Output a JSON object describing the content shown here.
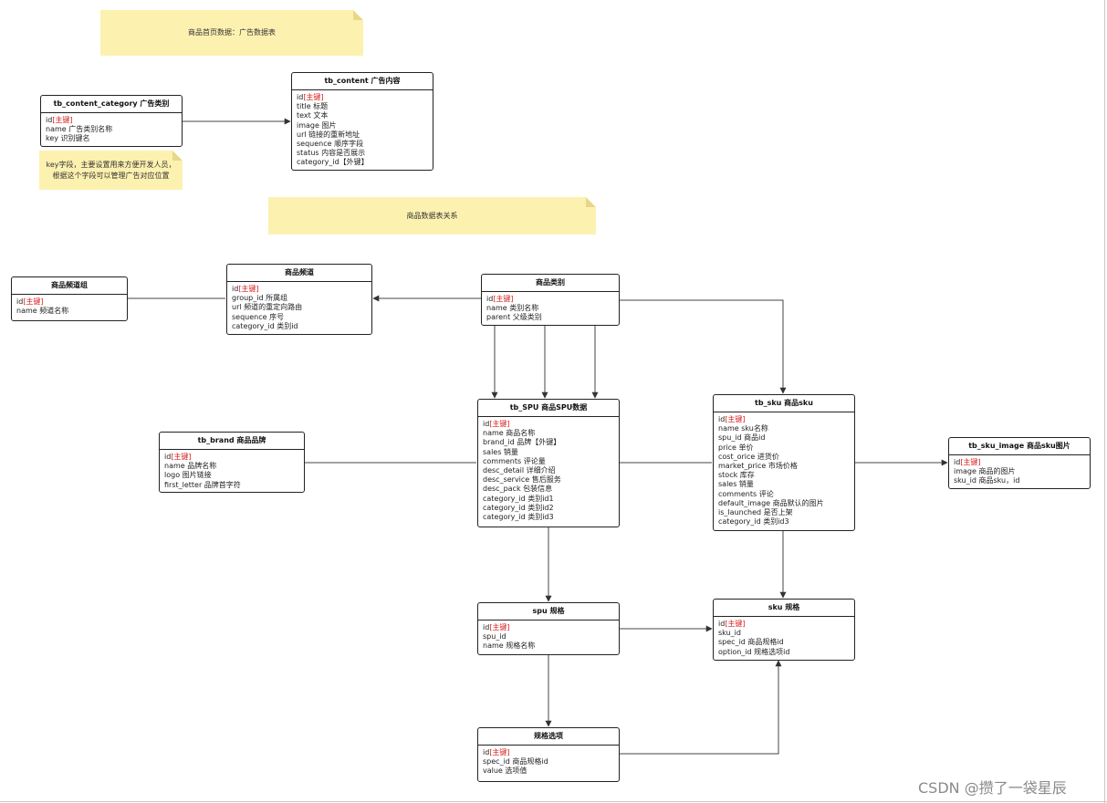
{
  "notes": {
    "ad_title": "商品首页数据：广告数据表",
    "key_note": "key字段，主要设置用来方便开发人员，根据这个字段可以管理广告对应位置",
    "goods_title": "商品数据表关系"
  },
  "entities": {
    "content_category": {
      "title": "tb_content_category 广告类别",
      "rows": [
        {
          "name": "id",
          "pk": "[主键]"
        },
        {
          "name": "name  广告类别名称"
        },
        {
          "name": "key   识别键名"
        }
      ]
    },
    "content": {
      "title": "tb_content 广告内容",
      "rows": [
        {
          "name": "id",
          "pk": "[主键]"
        },
        {
          "name": "title 标题"
        },
        {
          "name": "text 文本"
        },
        {
          "name": "image  图片"
        },
        {
          "name": "url 链接的重新地址"
        },
        {
          "name": "sequence 顺序字段"
        },
        {
          "name": "status 内容是否展示"
        },
        {
          "name": "category_id【外键】"
        }
      ]
    },
    "channel_group": {
      "title": "商品频道组",
      "rows": [
        {
          "name": "id",
          "pk": "[主键]"
        },
        {
          "name": "name  频道名称"
        }
      ]
    },
    "channel": {
      "title": "商品频道",
      "rows": [
        {
          "name": "id",
          "pk": "[主键]"
        },
        {
          "name": "group_id  所属组"
        },
        {
          "name": "url  频道的重定向路由"
        },
        {
          "name": "sequence  序号"
        },
        {
          "name": "category_id 类别id"
        }
      ]
    },
    "category": {
      "title": "商品类别",
      "rows": [
        {
          "name": "id",
          "pk": "[主键]"
        },
        {
          "name": "name  类别名称"
        },
        {
          "name": "parent  父级类别"
        }
      ]
    },
    "brand": {
      "title": "tb_brand 商品品牌",
      "rows": [
        {
          "name": "id",
          "pk": "[主键]"
        },
        {
          "name": "name  品牌名称"
        },
        {
          "name": "logo  图片链接"
        },
        {
          "name": "first_letter 品牌首字符"
        }
      ]
    },
    "spu": {
      "title": "tb_SPU 商品SPU数据",
      "rows": [
        {
          "name": "id",
          "pk": "[主键]"
        },
        {
          "name": "name  商品名称"
        },
        {
          "name": "brand_id 品牌【外键】"
        },
        {
          "name": "sales 销量"
        },
        {
          "name": "comments 评论量"
        },
        {
          "name": "desc_detail  详细介绍"
        },
        {
          "name": "desc_service  售后服务"
        },
        {
          "name": "desc_pack  包装信息"
        },
        {
          "name": "category_id 类别id1"
        },
        {
          "name": "category_id 类别id2"
        },
        {
          "name": "category_id 类别id3"
        }
      ]
    },
    "sku": {
      "title": "tb_sku 商品sku",
      "rows": [
        {
          "name": "id",
          "pk": "[主键]"
        },
        {
          "name": "name  sku名称"
        },
        {
          "name": "spu_id 商品id"
        },
        {
          "name": "price  单价"
        },
        {
          "name": "cost_orice  进货价"
        },
        {
          "name": "market_price  市场价格"
        },
        {
          "name": "stock  库存"
        },
        {
          "name": "sales  销量"
        },
        {
          "name": "comments 评论"
        },
        {
          "name": "default_image  商品默认的图片"
        },
        {
          "name": "is_launched  是否上架"
        },
        {
          "name": "category_id 类别id3"
        }
      ]
    },
    "sku_image": {
      "title": "tb_sku_image 商品sku图片",
      "rows": [
        {
          "name": "id",
          "pk": "[主键]"
        },
        {
          "name": "image 商品的图片"
        },
        {
          "name": "sku_id  商品sku，id"
        }
      ]
    },
    "spu_spec": {
      "title": "spu 规格",
      "rows": [
        {
          "name": "id",
          "pk": "[主键]"
        },
        {
          "name": "spu_id"
        },
        {
          "name": "name  规格名称"
        }
      ]
    },
    "sku_spec": {
      "title": "sku 规格",
      "rows": [
        {
          "name": "id",
          "pk": "[主键]"
        },
        {
          "name": "sku_id"
        },
        {
          "name": "spec_id  商品规格id"
        },
        {
          "name": "option_id 规格选项id"
        }
      ]
    },
    "spec_option": {
      "title": "规格选项",
      "rows": [
        {
          "name": "id",
          "pk": "[主键]"
        },
        {
          "name": "spec_id  商品规格id"
        },
        {
          "name": "value  选项值"
        }
      ]
    }
  },
  "watermark": "CSDN @攒了一袋星辰"
}
